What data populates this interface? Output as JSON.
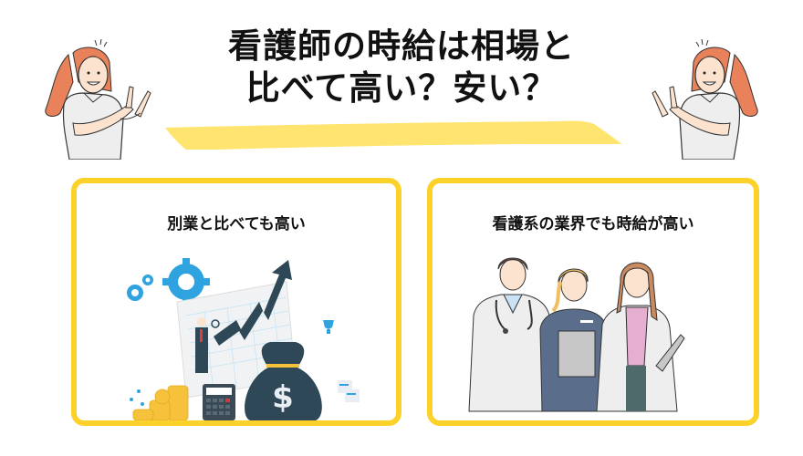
{
  "title": {
    "line1": "看護師の時給は相場と",
    "line2": "比べて高い？安い？",
    "highlight_color": "#FFE470"
  },
  "cards": [
    {
      "title": "別業と比べても高い",
      "illustration": "business-growth-chart-money-bag-icon"
    },
    {
      "title": "看護系の業界でも時給が高い",
      "illustration": "medical-staff-group-icon"
    }
  ],
  "decor": {
    "left_character": "pointing-woman-icon",
    "right_character": "pointing-woman-icon"
  },
  "colors": {
    "card_border": "#FCD22A",
    "text": "#111111",
    "gear_blue": "#2EA3E0",
    "navy": "#2F4858",
    "coin": "#F7C23B",
    "hair": "#E9825A"
  }
}
